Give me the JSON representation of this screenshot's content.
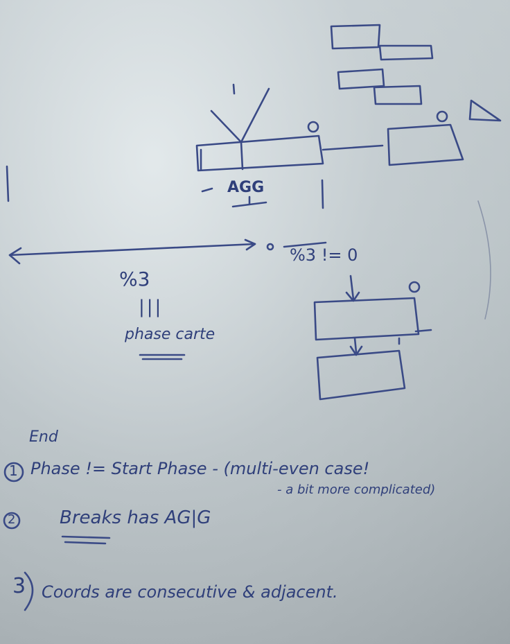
{
  "diagram": {
    "agg_label": "AGG",
    "mod_left": "%3",
    "mod_right": "%3 != 0",
    "triple_bar": "|||",
    "phase_note": "phase carte"
  },
  "notes": {
    "header": "End",
    "items": [
      {
        "number": "1",
        "text": "Phase != Start Phase - (multi-even case!",
        "subtext": "- a bit more complicated)"
      },
      {
        "number": "2",
        "text": "Breaks has AG|G"
      },
      {
        "number": "3",
        "text": "Coords are consecutive & adjacent."
      }
    ]
  },
  "colors": {
    "ink": "#2f3f7a",
    "board": "#c2cacd"
  }
}
